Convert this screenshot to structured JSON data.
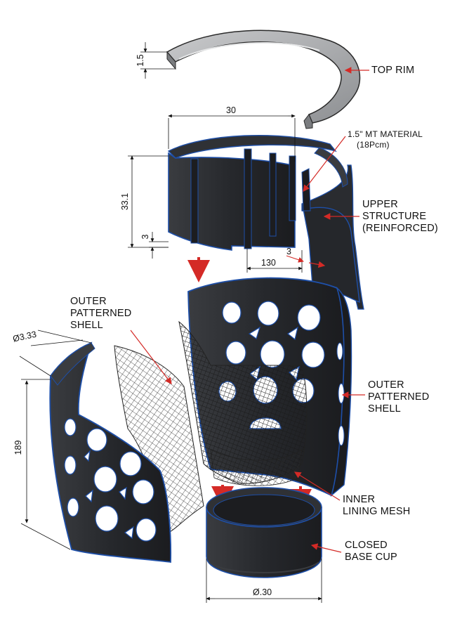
{
  "labels": {
    "top_rim": "TOP RIM",
    "material_line1": "1.5\" MT MATERIAL",
    "material_line2": "(18Pcm)",
    "upper_line1": "UPPER",
    "upper_line2": "STRUCTURE",
    "upper_line3": "(REINFORCED)",
    "outer_left_line1": "OUTER",
    "outer_left_line2": "PATTERNED",
    "outer_left_line3": "SHELL",
    "outer_right_line1": "OUTER",
    "outer_right_line2": "PATTERNED",
    "outer_right_line3": "SHELL",
    "inner_line1": "INNER",
    "inner_line2": "LINING MESH",
    "base_line1": "CLOSED",
    "base_line2": "BASE CUP"
  },
  "dimensions": {
    "rim_thickness": "1.5",
    "upper_width": "30",
    "upper_height": "33.1",
    "upper_base_gap": "3",
    "upper_wall": "3",
    "upper_inner": "130",
    "shell_diameter": "Ø3.33",
    "shell_height": "189",
    "base_diameter": "Ø.30"
  },
  "colors": {
    "body": "#26282c",
    "edge": "#1e4fa8",
    "rim": "#a8aaad",
    "arrow": "#d42a26",
    "leader": "#d42a26"
  }
}
